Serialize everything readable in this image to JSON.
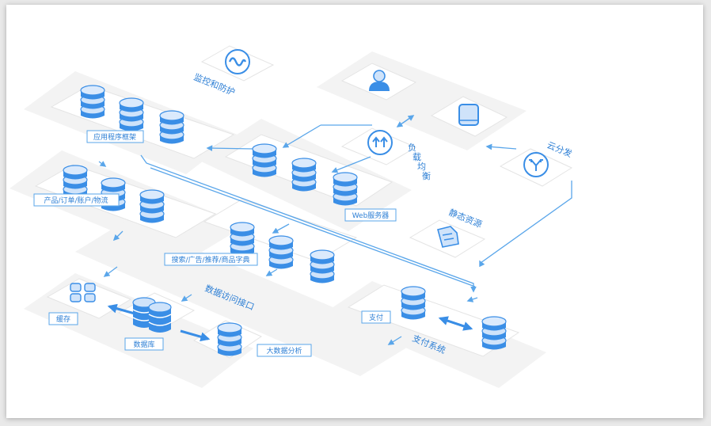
{
  "labels": {
    "monitor": "监控和防护",
    "app_framework": "应用程序框架",
    "product_order": "产品/订单/账户/物流",
    "search_ads": "搜索/广告/推荐/商品字典",
    "web_server": "Web服务器",
    "static_resource": "静态资源",
    "cloud_distribution": "云分发",
    "load_balance": "负载均衡",
    "data_access": "数据访问接口",
    "cache": "缓存",
    "database": "数据库",
    "big_data": "大数据分析",
    "payment": "支付",
    "payment_system": "支付系统"
  },
  "colors": {
    "accent": "#3a8ee6",
    "accent_light": "#cfe3fa",
    "tile_shadow": "#f2f2f2",
    "line": "#5aa6ea"
  },
  "icons": [
    "monitor-wave-icon",
    "user-icon",
    "mobile-phone-icon",
    "load-balance-arrows-icon",
    "cloud-fork-icon",
    "document-icon",
    "grid-blocks-icon",
    "database-cylinder-icon",
    "server-stack-icon"
  ]
}
